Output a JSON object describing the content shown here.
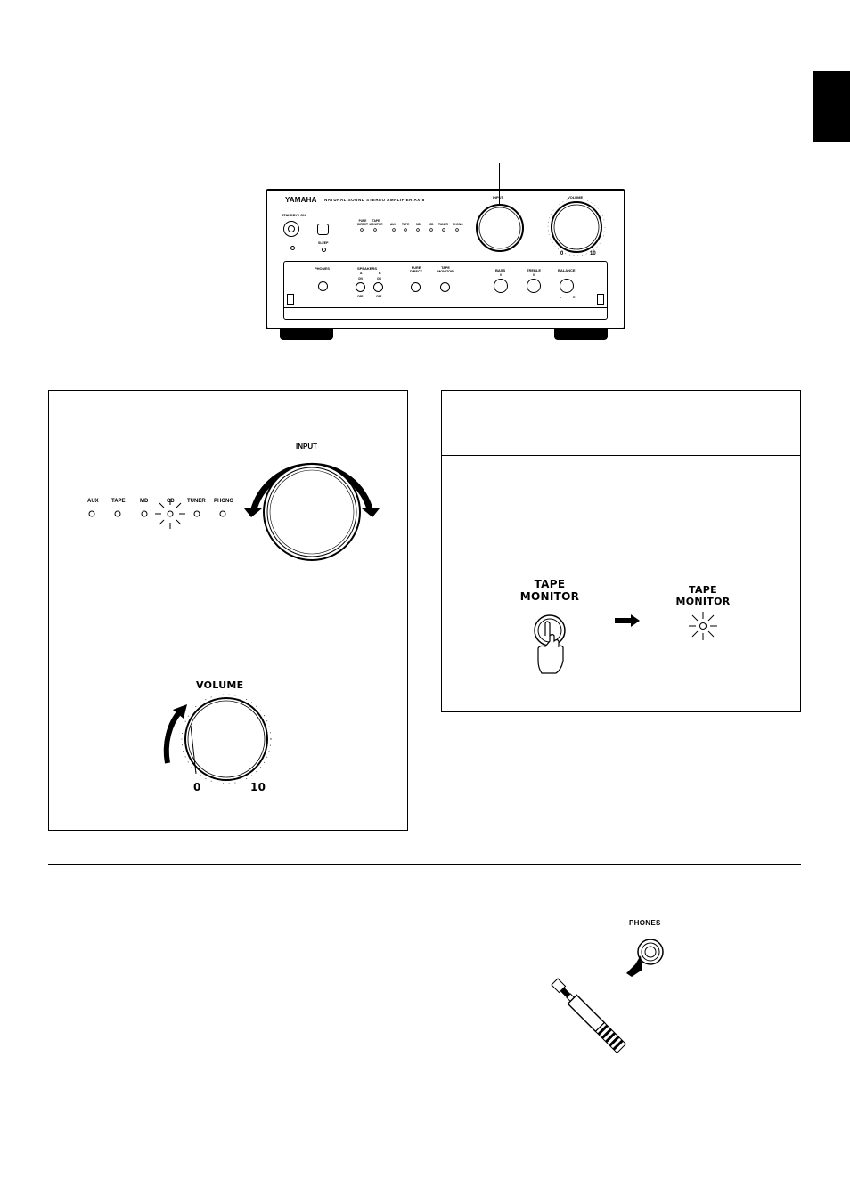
{
  "front_panel": {
    "brand": "YAMAHA",
    "model_line": "NATURAL SOUND  STEREO AMPLIFIER  AX-8",
    "standby_label": "STANDBY / ON",
    "sleep_label": "SLEEP",
    "top_indicators": [
      "PURE DIRECT",
      "TAPE MONITOR",
      "AUX",
      "TAPE",
      "MD",
      "CD",
      "TUNER",
      "PHONO"
    ],
    "input_label": "INPUT",
    "volume_label": "VOLUME",
    "volume_min": "0",
    "volume_max": "10",
    "phones_label": "PHONES",
    "speakers_label": "SPEAKERS",
    "speaker_a": "A",
    "speaker_b": "B",
    "on_label": "ON",
    "off_label": "OFF",
    "pure_direct_label": "PURE DIRECT",
    "tape_monitor_label": "TAPE MONITOR",
    "bass_label": "BASS",
    "treble_label": "TREBLE",
    "balance_label": "BALANCE",
    "balance_l": "L",
    "balance_r": "R",
    "tone_center": "0"
  },
  "input_panel": {
    "title": "INPUT",
    "sources": [
      "AUX",
      "TAPE",
      "MD",
      "CD",
      "TUNER",
      "PHONO"
    ],
    "active_source": "CD"
  },
  "volume_panel": {
    "title": "VOLUME",
    "min_label": "0",
    "max_label": "10"
  },
  "tape_monitor_panel": {
    "button_label_line1": "TAPE",
    "button_label_line2": "MONITOR",
    "indicator_label_line1": "TAPE",
    "indicator_label_line2": "MONITOR"
  },
  "phones_panel": {
    "label": "PHONES"
  },
  "colors": {
    "ink": "#000000",
    "paper": "#ffffff"
  }
}
